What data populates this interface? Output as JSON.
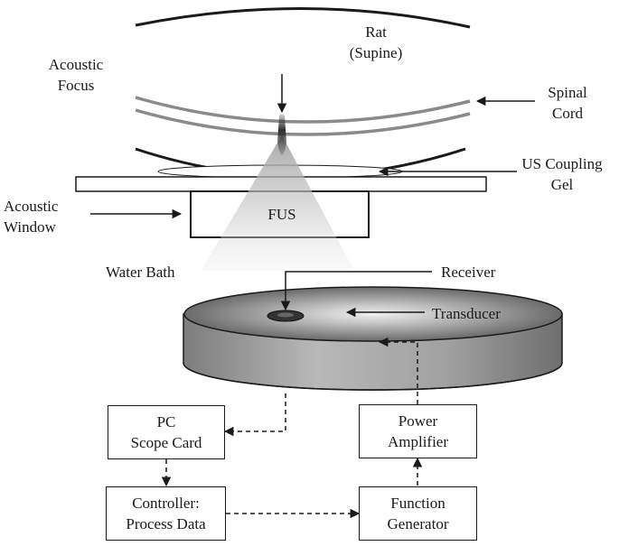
{
  "labels": {
    "rat_line1": "Rat",
    "rat_line2": "(Supine)",
    "acoustic_focus_line1": "Acoustic",
    "acoustic_focus_line2": "Focus",
    "spinal_cord_line1": "Spinal",
    "spinal_cord_line2": "Cord",
    "us_gel_line1": "US Coupling",
    "us_gel_line2": "Gel",
    "acoustic_window_line1": "Acoustic",
    "acoustic_window_line2": "Window",
    "fus": "FUS",
    "water_bath": "Water Bath",
    "receiver": "Receiver",
    "transducer": "Transducer"
  },
  "boxes": {
    "pc_line1": "PC",
    "pc_line2": "Scope Card",
    "power_line1": "Power",
    "power_line2": "Amplifier",
    "controller_line1": "Controller:",
    "controller_line2": "Process Data",
    "function_line1": "Function",
    "function_line2": "Generator"
  },
  "colors": {
    "ink": "#1a1a1a",
    "spinal_cord": "#888888",
    "beam": "#b0b0b0",
    "transducer_side": "#9a9a9a",
    "transducer_top": "#7a7a7a"
  }
}
